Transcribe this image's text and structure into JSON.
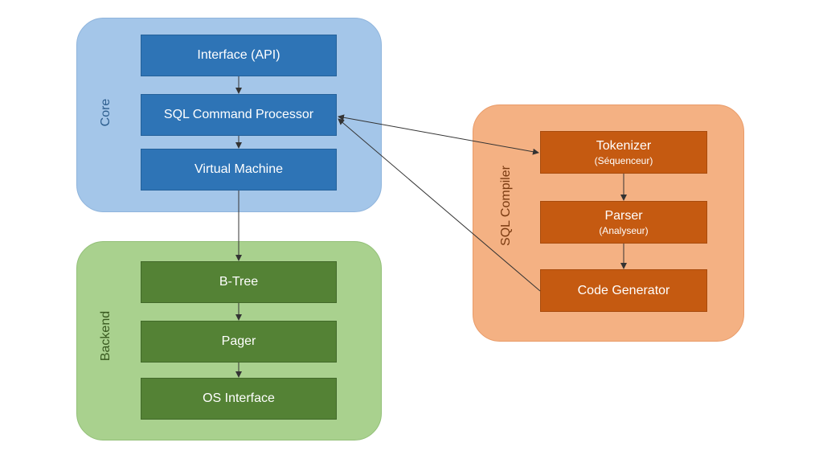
{
  "groups": {
    "core": {
      "label": "Core"
    },
    "backend": {
      "label": "Backend"
    },
    "sql_compiler": {
      "label": "SQL Compiler"
    }
  },
  "core": {
    "interface": {
      "label": "Interface (API)"
    },
    "sql_command_processor": {
      "label": "SQL Command Processor"
    },
    "virtual_machine": {
      "label": "Virtual Machine"
    }
  },
  "backend": {
    "btree": {
      "label": "B-Tree"
    },
    "pager": {
      "label": "Pager"
    },
    "os_interface": {
      "label": "OS Interface"
    }
  },
  "compiler": {
    "tokenizer": {
      "label": "Tokenizer",
      "sublabel": "(Séquenceur)"
    },
    "parser": {
      "label": "Parser",
      "sublabel": "(Analyseur)"
    },
    "code_generator": {
      "label": "Code Generator"
    }
  },
  "colors": {
    "core_bg": "#a4c6e9",
    "core_box": "#2e74b6",
    "backend_bg": "#a9d18e",
    "backend_box": "#548235",
    "compiler_bg": "#f4b183",
    "compiler_box": "#c55a11"
  }
}
